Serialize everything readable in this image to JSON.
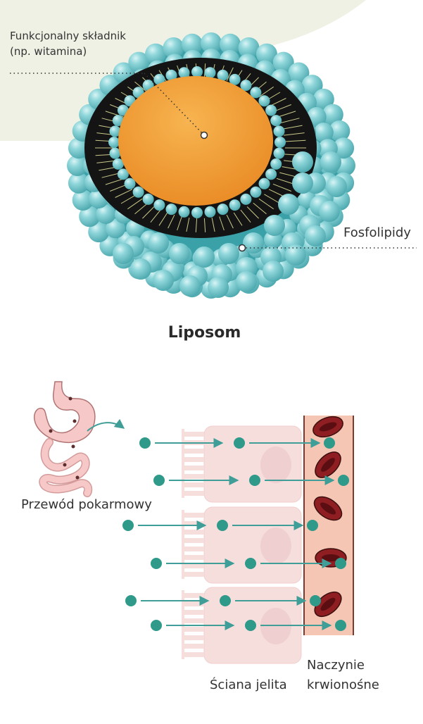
{
  "liposome": {
    "label_component_line1": "Funkcjonalny składnik",
    "label_component_line2": "(np. witamina)",
    "label_phospholipids": "Fosfolipidy",
    "title": "Liposom"
  },
  "absorption": {
    "label_digestive_tract": "Przewód pokarmowy",
    "label_intestinal_wall": "Ściana jelita",
    "label_blood_vessel_line1": "Naczynie",
    "label_blood_vessel_line2": "krwionośne"
  },
  "colors": {
    "background_blob": "#eef1e4",
    "liposome_bead": "#7ccfd2",
    "liposome_core": "#f3a63f",
    "lipid_tails": "#c9c98a",
    "intestine": "#f3c2c2",
    "cell": "#f6dedd",
    "vessel": "#f2c3b1",
    "red_cell": "#8e1e22",
    "arrow": "#3f9e97",
    "dot": "#2f9a8a"
  }
}
